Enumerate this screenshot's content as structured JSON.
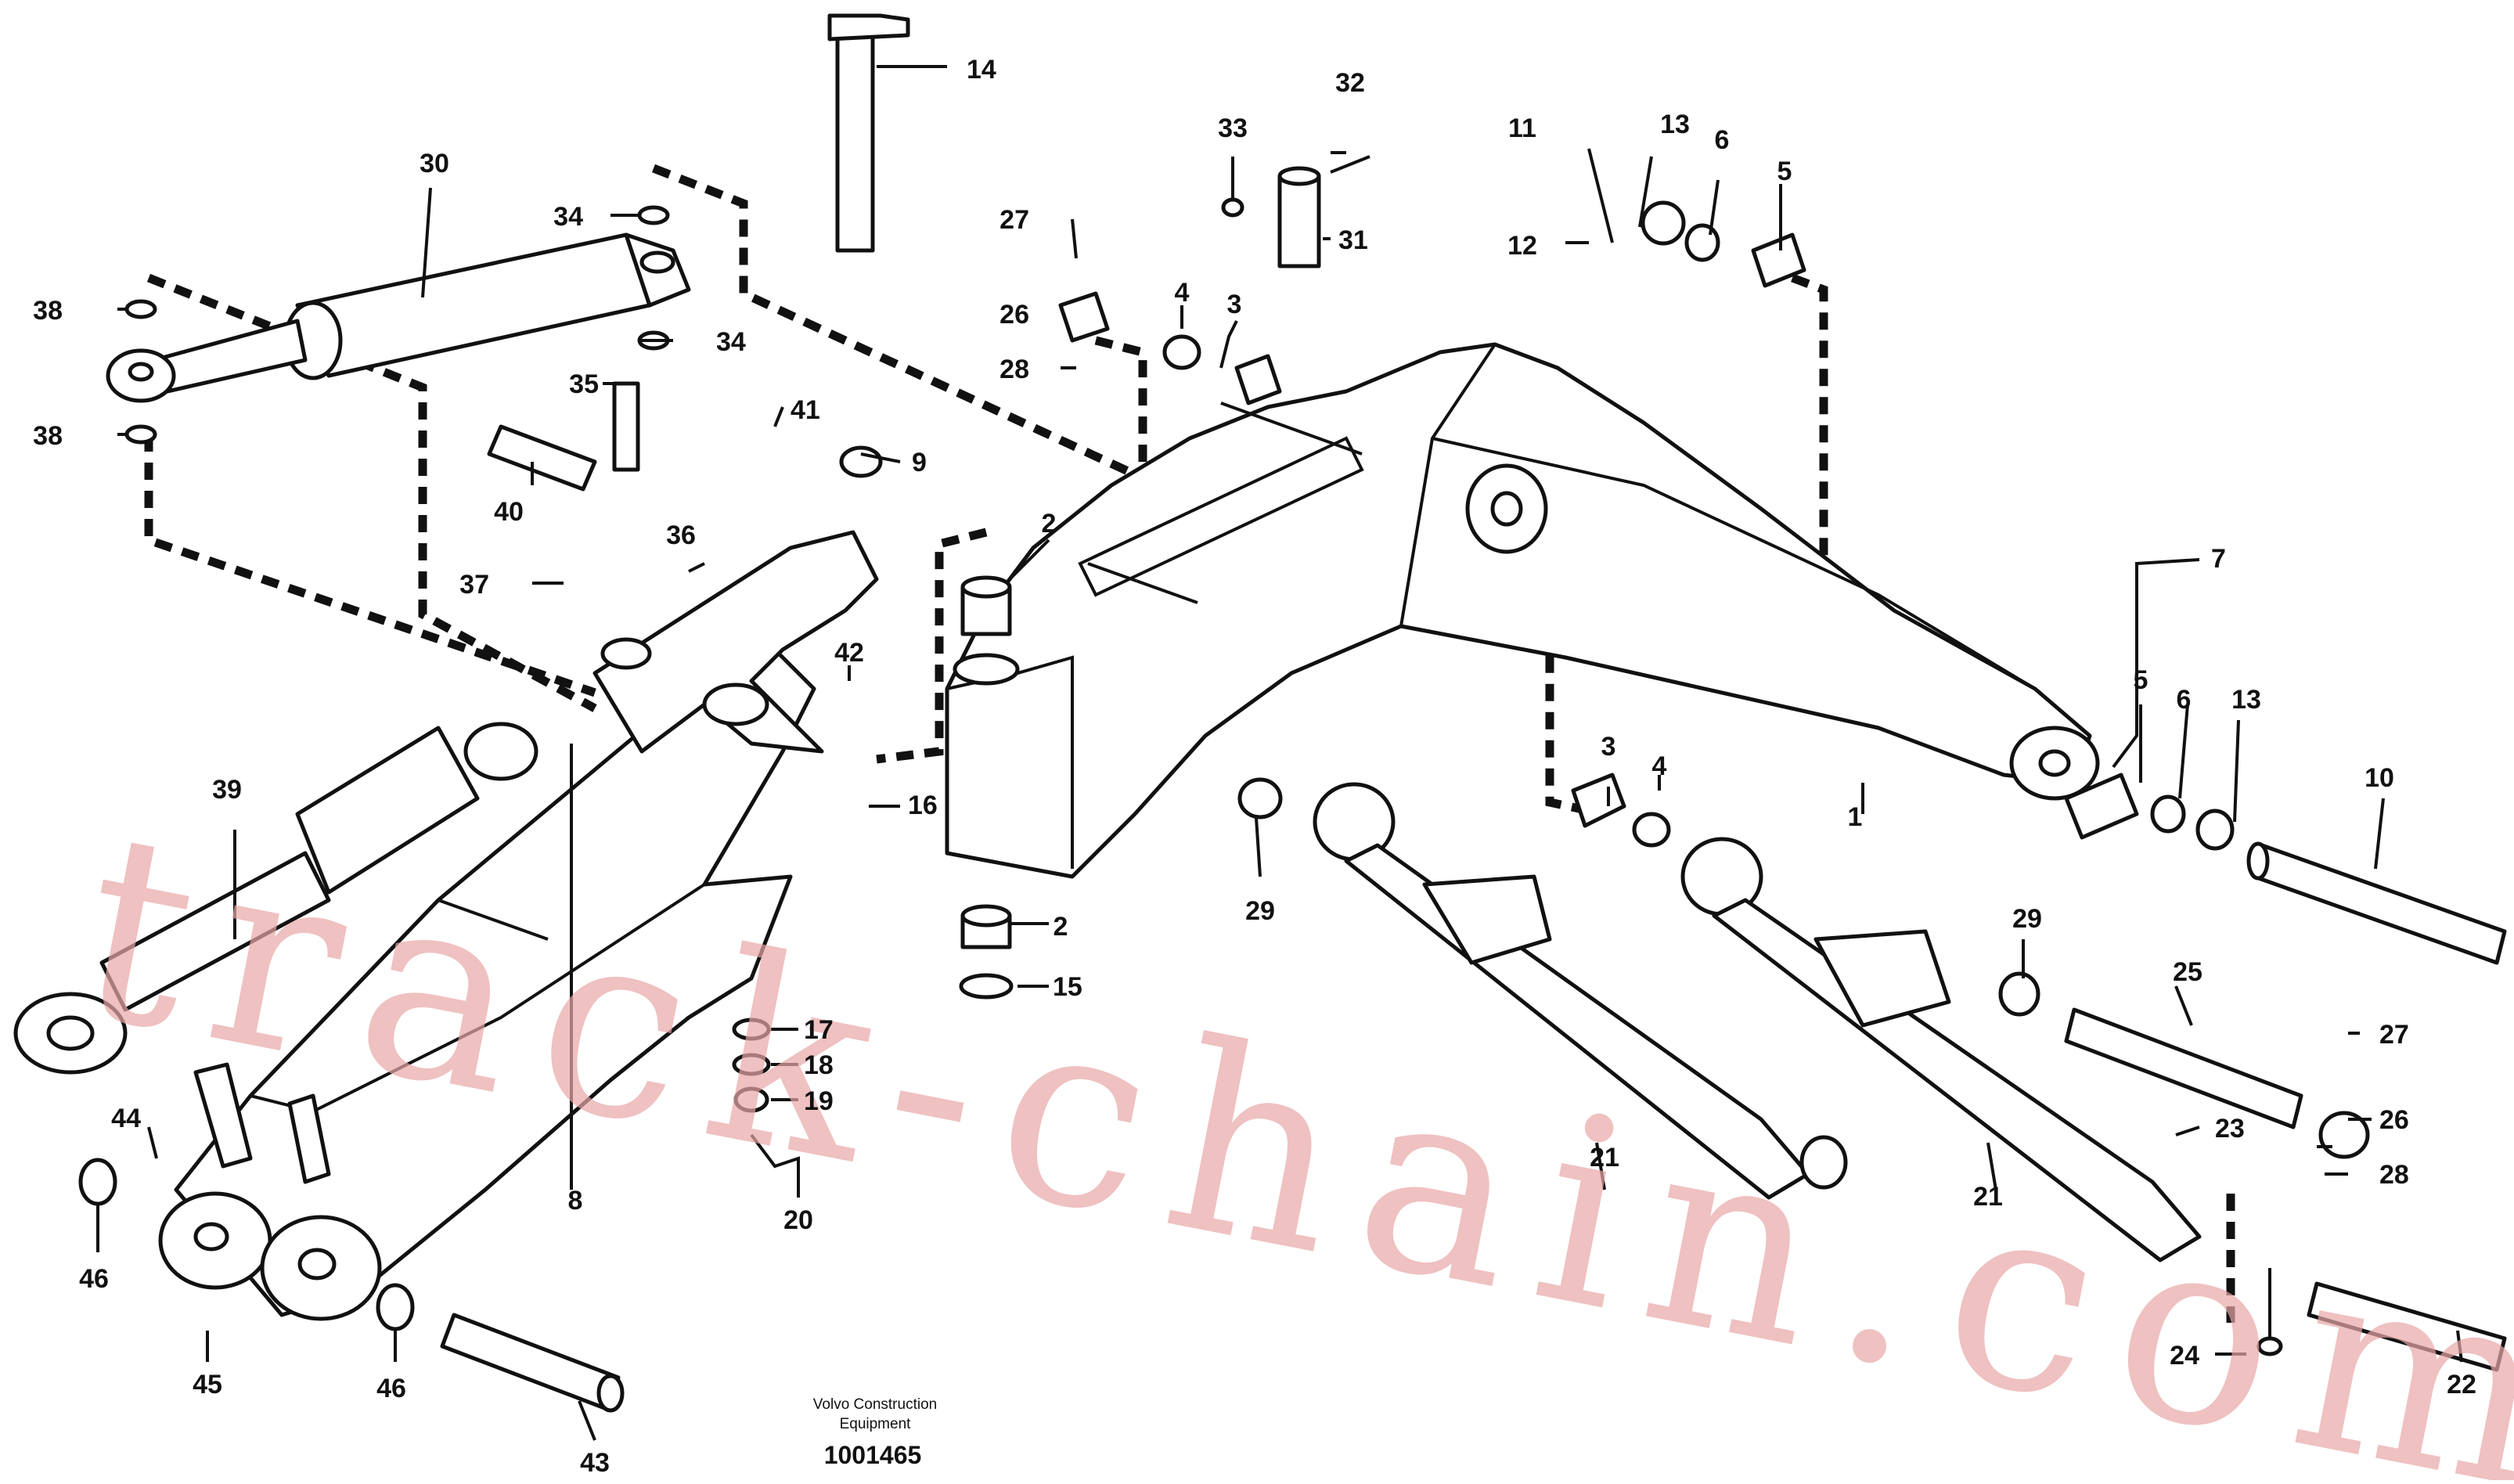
{
  "labels": [
    "1",
    "2",
    "2",
    "3",
    "3",
    "4",
    "4",
    "5",
    "5",
    "6",
    "6",
    "7",
    "8",
    "9",
    "10",
    "11",
    "12",
    "13",
    "13",
    "14",
    "15",
    "16",
    "17",
    "18",
    "19",
    "20",
    "21",
    "21",
    "22",
    "23",
    "24",
    "25",
    "26",
    "26",
    "27",
    "27",
    "28",
    "28",
    "29",
    "29",
    "30",
    "31",
    "32",
    "33",
    "34",
    "34",
    "35",
    "36",
    "37",
    "38",
    "38",
    "39",
    "40",
    "41",
    "42",
    "43",
    "44",
    "45",
    "46",
    "46"
  ],
  "footer": {
    "maker_line1": "Volvo Construction",
    "maker_line2": "Equipment",
    "drawing_number": "1001465"
  },
  "watermark": "track-chain.com",
  "colors": {
    "line": "#111111",
    "watermark": "#e9a7a7",
    "background": "#ffffff"
  }
}
